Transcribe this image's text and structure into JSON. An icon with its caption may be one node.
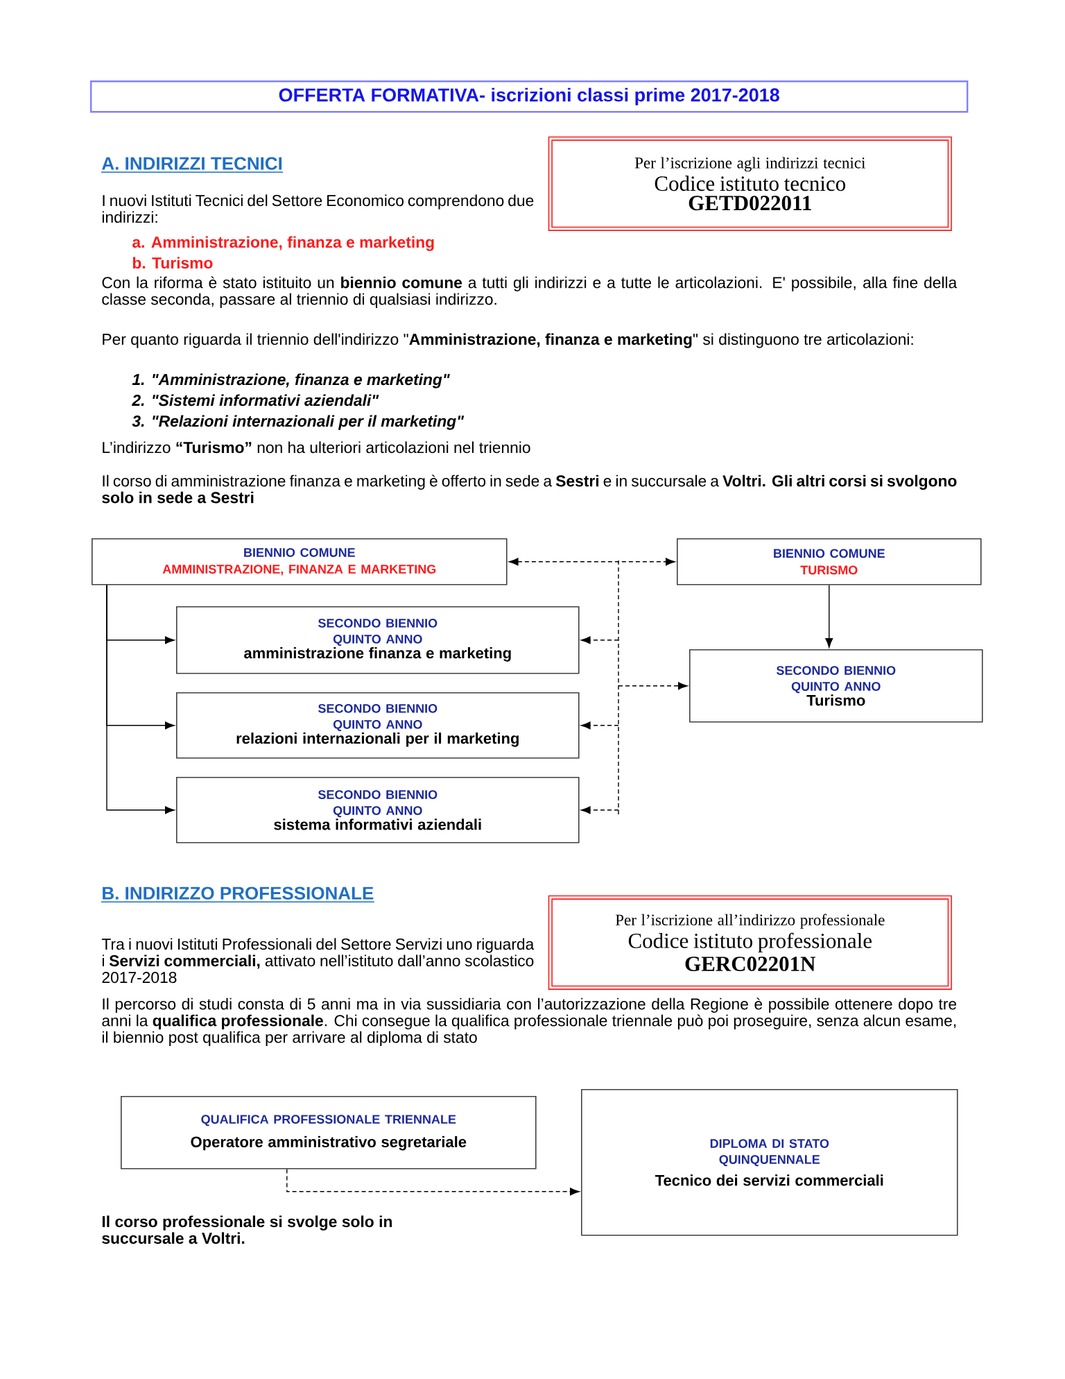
{
  "diagram": {
    "title": "OFFERTA FORMATIVA- iscrizioni classi prime 2017-2018",
    "nodes": [
      {
        "text": [
          "Per l’iscrizione agli indirizzi tecnici",
          "Codice istituto tecnico",
          "GETD022011"
        ]
      },
      {
        "text": [
          "BIENNIO COMUNE",
          "AMMINISTRAZIONE, FINANZA E MARKETING"
        ]
      },
      {
        "text": [
          "BIENNIO COMUNE",
          "TURISMO"
        ]
      },
      {
        "text": [
          "SECONDO BIENNIO QUINTO ANNO",
          "amministrazione finanza e marketing"
        ]
      },
      {
        "text": [
          "SECONDO BIENNIO QUINTO ANNO",
          "Turismo"
        ]
      },
      {
        "text": [
          "SECONDO BIENNIO QUINTO ANNO",
          "relazioni internazionali per il marketing"
        ]
      },
      {
        "text": [
          "SECONDO BIENNIO QUINTO ANNO",
          "sistema informativi aziendali"
        ]
      },
      {
        "text": [
          "Per l’iscrizione all’indirizzo professionale",
          "Codice istituto professionale",
          "GERC02201N"
        ]
      },
      {
        "text": [
          "QUALIFICA PROFESSIONALE TRIENNALE",
          "Operatore amministrativo segretariale"
        ]
      },
      {
        "text": [
          "DIPLOMA DI STATO QUINQUENNALE",
          "Tecnico dei servizi commerciali"
        ]
      }
    ],
    "edges": [
      {
        "from": 1,
        "to": 3,
        "arrow": "to"
      },
      {
        "from": 1,
        "to": 5,
        "arrow": "to"
      },
      {
        "from": 1,
        "to": 6,
        "arrow": "to"
      },
      {
        "from": 2,
        "to": 4,
        "arrow": "to"
      },
      {
        "from": 1,
        "to": 2,
        "arrow": "both",
        "style": "dashed"
      },
      {
        "from": null,
        "to": 3,
        "arrow": "to",
        "style": "dashed"
      },
      {
        "from": null,
        "to": 4,
        "arrow": "to",
        "style": "dashed"
      },
      {
        "from": null,
        "to": 5,
        "arrow": "to",
        "style": "dashed"
      },
      {
        "from": null,
        "to": 6,
        "arrow": "to",
        "style": "dashed"
      },
      {
        "from": 8,
        "to": 9,
        "arrow": "to",
        "style": "dashed"
      }
    ],
    "labels": [
      "A.  INDIRIZZI TECNICI",
      "I nuovi Istituti Tecnici del Settore Economico comprendono due indirizzi:",
      "a. Amministrazione, finanza e marketing",
      "b. Turismo",
      "Con la riforma è stato istituito un **biennio comune** a tutti gli indirizzi e a tutte le articolazioni. E' possibile, alla fine della classe seconda, passare al triennio di qualsiasi indirizzo.",
      "Per quanto riguarda il triennio dell'indirizzo \"**Amministrazione, finanza e marketing**\" si distinguono tre articolazioni:",
      "1. \"Amministrazione, finanza e marketing\"",
      "2. \"Sistemi informativi aziendali\"",
      "3. \"Relazioni internazionali per il marketing\"",
      "L’indirizzo **“Turismo”** non ha ulteriori articolazioni nel triennio",
      "Il corso di amministrazione finanza e marketing è offerto in sede a **Sestri** e in succursale a **Voltri. Gli altri corsi si svolgono solo in sede a Sestri**",
      "B.  INDIRIZZO PROFESSIONALE",
      "Tra i nuovi Istituti Professionali del Settore Servizi uno riguarda i **Servizi commerciali,** attivato nell’istituto dall’anno scolastico 2017-2018",
      "Il percorso di studi consta di 5 anni ma in via sussidiaria con l’autorizzazione della Regione è possibile ottenere dopo tre anni la **qualifica professionale**. Chi consegue la qualifica professionale triennale può poi proseguire, senza alcun esame, il biennio post qualifica per arrivare al diploma di stato",
      "Il corso professionale si svolge solo in succursale a Voltri."
    ]
  }
}
